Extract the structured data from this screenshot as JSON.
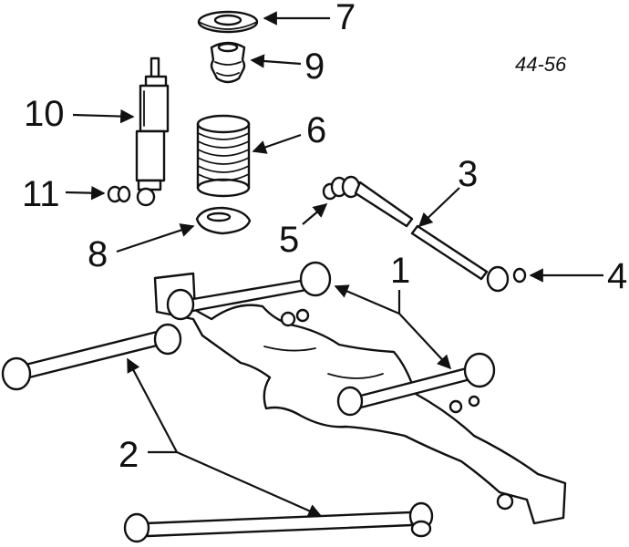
{
  "figure": {
    "reference_code": "44-56",
    "callouts": [
      {
        "id": "c7",
        "text": "7"
      },
      {
        "id": "c9",
        "text": "9"
      },
      {
        "id": "c10",
        "text": "10"
      },
      {
        "id": "c6",
        "text": "6"
      },
      {
        "id": "c11",
        "text": "11"
      },
      {
        "id": "c3",
        "text": "3"
      },
      {
        "id": "c5",
        "text": "5"
      },
      {
        "id": "c8",
        "text": "8"
      },
      {
        "id": "c4",
        "text": "4"
      },
      {
        "id": "c1",
        "text": "1"
      },
      {
        "id": "c2",
        "text": "2"
      }
    ]
  }
}
